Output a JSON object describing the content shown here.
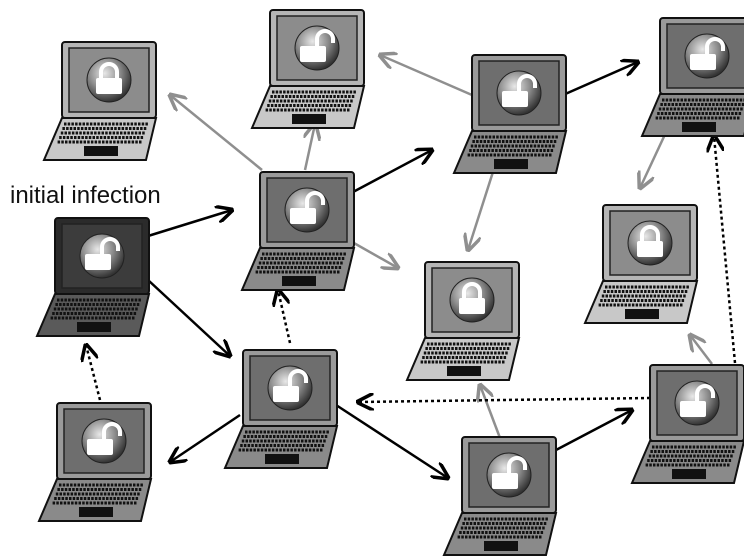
{
  "caption": "initial infection",
  "colors": {
    "infected_screen": "#4a4a4a",
    "infected_body": "#5a5a5a",
    "clean_screen": "#8c8c8c",
    "clean_body": "#c8c8c8",
    "infection_arrow": "#000000",
    "spread_arrow": "#8f8f8f",
    "scan_arrow": "#000000"
  },
  "legend_of_marks": {
    "locked_padlock": "closed lock shown on screen",
    "open_padlock": "open lock shown on screen"
  },
  "nodes": [
    {
      "id": "initial",
      "lock": "open",
      "shade": "dark"
    },
    {
      "id": "hub-center",
      "lock": "open",
      "shade": "mid"
    },
    {
      "id": "top-left",
      "lock": "closed",
      "shade": "light"
    },
    {
      "id": "top-middle",
      "lock": "open",
      "shade": "light"
    },
    {
      "id": "top-right-center",
      "lock": "open",
      "shade": "mid"
    },
    {
      "id": "top-far-right",
      "lock": "open",
      "shade": "mid"
    },
    {
      "id": "right-middle",
      "lock": "closed",
      "shade": "light"
    },
    {
      "id": "center-clean",
      "lock": "closed",
      "shade": "light"
    },
    {
      "id": "center-infected",
      "lock": "open",
      "shade": "mid"
    },
    {
      "id": "bottom-left",
      "lock": "open",
      "shade": "mid"
    },
    {
      "id": "bottom-middle",
      "lock": "open",
      "shade": "mid"
    },
    {
      "id": "bottom-right",
      "lock": "open",
      "shade": "mid"
    }
  ],
  "edges": [
    {
      "from": "initial",
      "to": "hub-center",
      "style": "solid-black"
    },
    {
      "from": "initial",
      "to": "center-infected",
      "style": "solid-black"
    },
    {
      "from": "bottom-left",
      "to": "initial",
      "style": "dotted"
    },
    {
      "from": "hub-center",
      "to": "top-left",
      "style": "solid-gray"
    },
    {
      "from": "hub-center",
      "to": "top-middle",
      "style": "solid-gray"
    },
    {
      "from": "hub-center",
      "to": "top-right-center",
      "style": "solid-black"
    },
    {
      "from": "hub-center",
      "to": "center-clean",
      "style": "solid-gray"
    },
    {
      "from": "center-infected",
      "to": "hub-center",
      "style": "dotted"
    },
    {
      "from": "center-infected",
      "to": "bottom-left",
      "style": "solid-black"
    },
    {
      "from": "center-infected",
      "to": "bottom-middle",
      "style": "solid-black"
    },
    {
      "from": "top-right-center",
      "to": "top-middle",
      "style": "solid-gray"
    },
    {
      "from": "top-right-center",
      "to": "top-far-right",
      "style": "solid-black"
    },
    {
      "from": "top-right-center",
      "to": "center-clean",
      "style": "solid-gray"
    },
    {
      "from": "top-far-right",
      "to": "right-middle",
      "style": "solid-gray"
    },
    {
      "from": "bottom-middle",
      "to": "center-clean",
      "style": "solid-gray"
    },
    {
      "from": "bottom-middle",
      "to": "bottom-right",
      "style": "solid-black"
    },
    {
      "from": "bottom-right",
      "to": "right-middle",
      "style": "solid-gray"
    },
    {
      "from": "bottom-right",
      "to": "center-infected",
      "style": "dotted"
    },
    {
      "from": "bottom-right",
      "to": "top-far-right",
      "style": "dotted"
    }
  ]
}
